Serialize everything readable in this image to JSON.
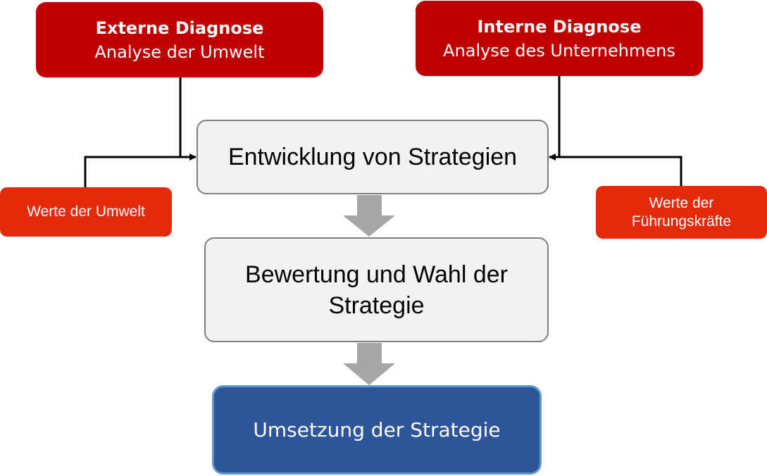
{
  "external_diagnosis": {
    "title": "Externe Diagnose",
    "subtitle": "Analyse der Umwelt"
  },
  "internal_diagnosis": {
    "title": "Interne Diagnose",
    "subtitle": "Analyse des Unternehmens"
  },
  "environment_values": {
    "label": "Werte der Umwelt"
  },
  "leadership_values": {
    "line1": "Werte der",
    "line2": "Führungskräfte"
  },
  "strategy_development": {
    "label": "Entwicklung von Strategien"
  },
  "strategy_evaluation": {
    "line1": "Bewertung und Wahl der",
    "line2": "Strategie"
  },
  "strategy_implementation": {
    "label": "Umsetzung der Strategie"
  },
  "colors": {
    "diagnosis_box": "#c00000",
    "values_box": "#e52a0c",
    "process_box": "#f2f2f2",
    "process_border": "#7f7f7f",
    "implementation_box": "#2e5597",
    "implementation_border": "#5b9bd5",
    "flow_arrow": "#a6a6a6",
    "connector_line": "#000000"
  }
}
